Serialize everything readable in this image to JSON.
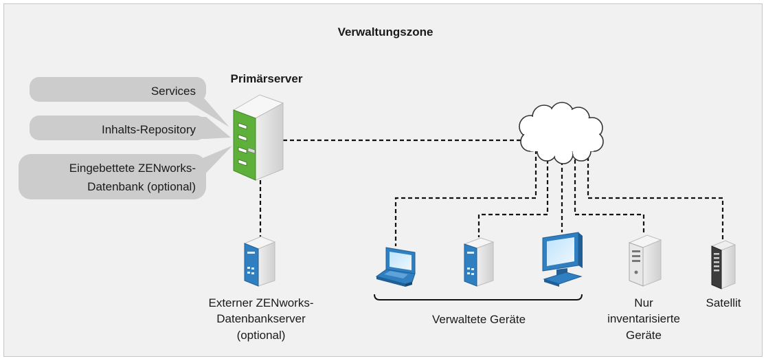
{
  "zone": {
    "title": "Verwaltungszone"
  },
  "primary_server": {
    "title": "Primärserver",
    "callouts": {
      "services": "Services",
      "repository": "Inhalts-Repository",
      "database_line1": "Eingebettete ZENworks-",
      "database_line2": "Datenbank (optional)"
    }
  },
  "external_db": {
    "line1": "Externer ZENworks-",
    "line2": "Datenbankserver",
    "line3": "(optional)"
  },
  "managed_devices": {
    "label": "Verwaltete Geräte"
  },
  "inventory_only": {
    "line1": "Nur",
    "line2": "inventarisierte",
    "line3": "Geräte"
  },
  "satellite": {
    "label": "Satellit"
  },
  "colors": {
    "frame_bg": "#f1f1f1",
    "frame_border": "#c6c6c6",
    "callout_bg": "#cccccc",
    "primary_green": "#5fb03a",
    "device_blue": "#2f7fc1",
    "connector": "#111111"
  }
}
